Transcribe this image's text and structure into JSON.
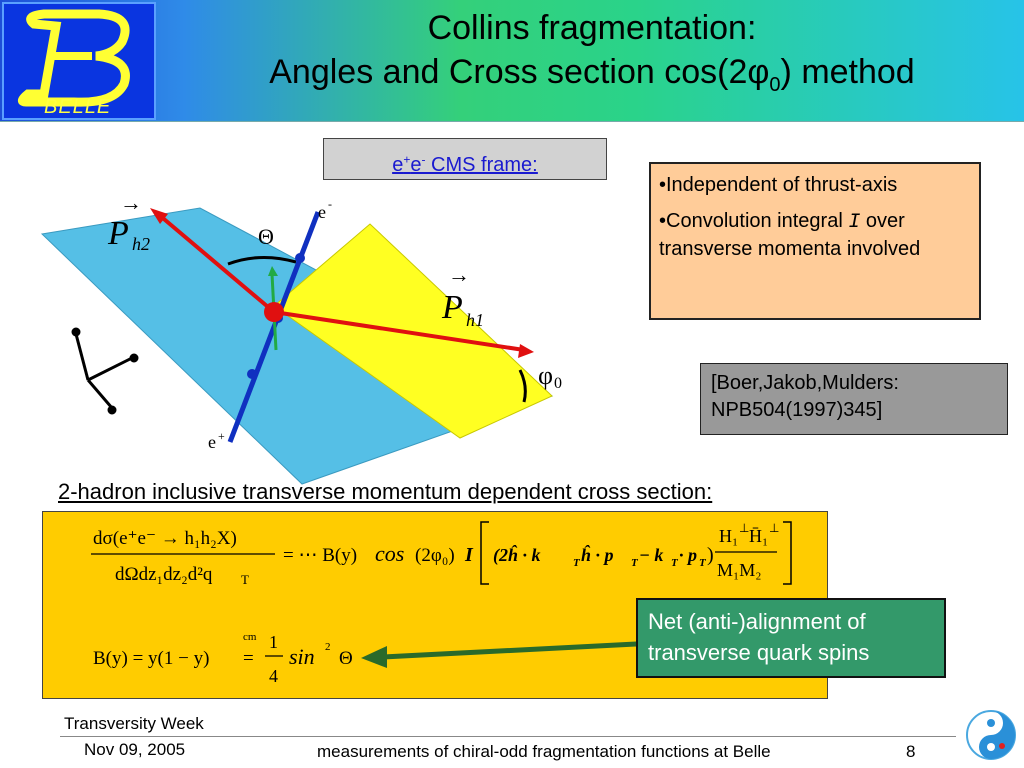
{
  "header": {
    "logo_text": "BELLE",
    "title_line1": "Collins fragmentation:",
    "title_line2_pre": "Angles and Cross section cos(2",
    "title_line2_phi": "φ",
    "title_line2_sub": "0",
    "title_line2_post": ") method"
  },
  "frame_label": {
    "e1": "e",
    "sup1": "+",
    "e2": "e",
    "sup2": "-",
    "rest": "  CMS frame:"
  },
  "diagram": {
    "ph2_label": "P",
    "ph2_sub": "h2",
    "ph1_label": "P",
    "ph1_sub": "h1",
    "theta_label": "Θ",
    "phi0_label": "φ",
    "phi0_sub": "0",
    "eminus_label": "e",
    "eminus_sup": "-",
    "eplus_label": "e",
    "eplus_sup": "+"
  },
  "points": {
    "item1": "•Independent of thrust-axis",
    "item2_pre": "•Convolution integral ",
    "item2_sym": "I",
    "item2_post": " over transverse momenta involved"
  },
  "reference": {
    "line1": "[Boer,Jakob,Mulders:",
    "line2_link": "NPB504(1997)345",
    "line2_post": "]"
  },
  "cross_section_heading": "2-hadron inclusive transverse momentum dependent cross section:",
  "formula": {
    "lhs_num": "dσ(e⁺e⁻ → h₁h₂X)",
    "lhs_den": "dΩdz₁dz₂d²q",
    "lhs_den_sub": "T",
    "mid": "= ⋯ B(y)",
    "cos": "cos",
    "arg": "(2φ₀)",
    "conv": "I",
    "bracket_inner": "(2ĥ · k",
    "T1": "T",
    "hpart": " ĥ · p",
    "T2": "T",
    "minus": " − k",
    "T3": "T",
    "dot": " · p",
    "T4": "T",
    "close": ")",
    "frac_num": "H₁",
    "frac_num2": "H̄₁",
    "perp": "⊥",
    "frac_den": "M₁M₂",
    "by_lhs": "B(y) = y(1 − y) ",
    "cm": "cm",
    "eq": "=",
    "one": "1",
    "four": "4",
    "sin": "sin",
    "sq": "2",
    "theta": "Θ"
  },
  "callout": "Net (anti-)alignment of transverse quark spins",
  "footer": {
    "event": "Transversity Week",
    "date": "Nov 09, 2005",
    "subject": "measurements of chiral-odd fragmentation functions at Belle",
    "page": "8"
  },
  "colors": {
    "plane_cyan": "#55bfe6",
    "plane_yellow": "#ffff22",
    "axis_red": "#e01010",
    "axis_blue": "#1030c0",
    "formula_bg": "#ffcc00",
    "callout_bg": "#33996a",
    "box_orange": "#ffcc99"
  }
}
